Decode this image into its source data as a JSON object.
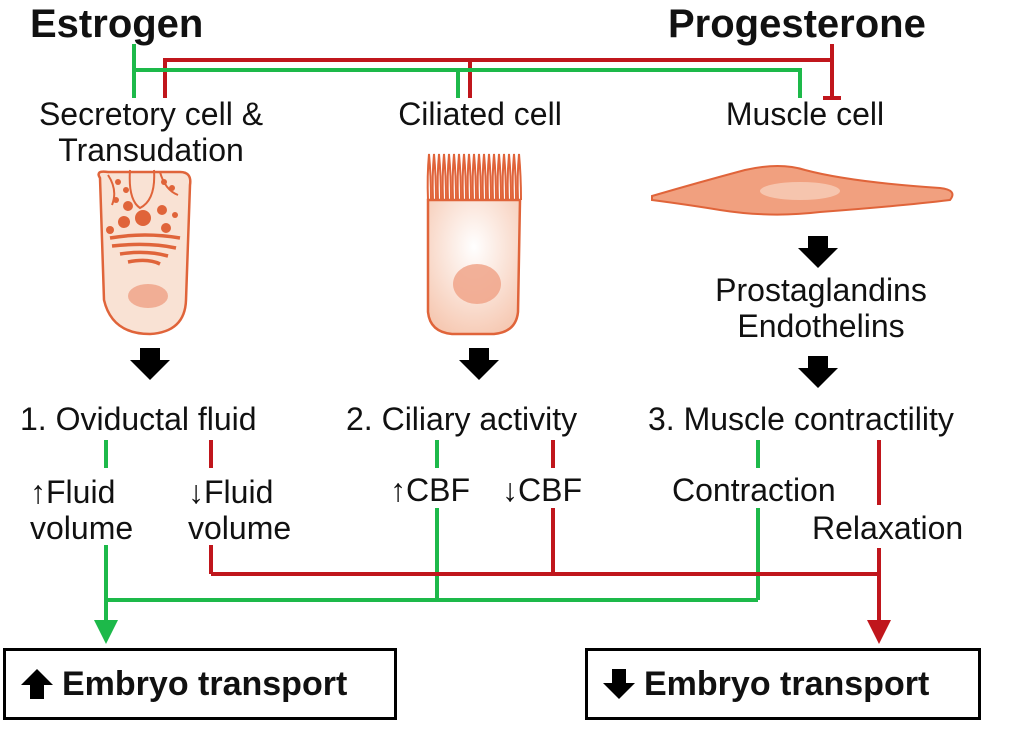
{
  "hormones": {
    "estrogen": "Estrogen",
    "progesterone": "Progesterone"
  },
  "cells": {
    "secretory": [
      "Secretory cell &",
      "Transudation"
    ],
    "ciliated": "Ciliated cell",
    "muscle": "Muscle cell"
  },
  "mediators": [
    "Prostaglandins",
    "Endothelins"
  ],
  "outcomes": {
    "fluid": "1. Oviductal fluid",
    "ciliary": "2. Ciliary activity",
    "muscle": "3. Muscle contractility"
  },
  "effects": {
    "fluid_up": [
      "↑Fluid",
      "volume"
    ],
    "fluid_down": [
      "↓Fluid",
      "volume"
    ],
    "cbf_up": "↑CBF",
    "cbf_down": "↓CBF",
    "contraction": "Contraction",
    "relaxation": "Relaxation"
  },
  "results": {
    "increase": "Embryo transport",
    "decrease": "Embryo transport"
  },
  "colors": {
    "stimulate": "#1db94a",
    "inhibit": "#c0161c",
    "cell_fill": "#f6d2bf",
    "cell_accent": "#e0643a"
  }
}
